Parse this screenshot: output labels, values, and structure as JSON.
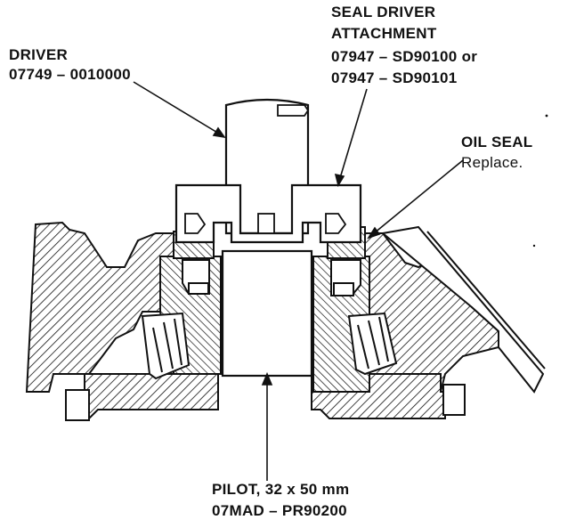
{
  "labels": {
    "driver": {
      "name": "DRIVER",
      "part": "07749 – 0010000"
    },
    "seal_driver": {
      "line1": "SEAL DRIVER",
      "line2": "ATTACHMENT",
      "part1": "07947 – SD90100 or",
      "part2": "07947 – SD90101"
    },
    "oil_seal": {
      "name": "OIL SEAL",
      "note": "Replace."
    },
    "pilot": {
      "name": "PILOT, 32 x 50 mm",
      "part": "07MAD – PR90200"
    }
  },
  "colors": {
    "ink": "#111111",
    "paper": "#ffffff"
  }
}
